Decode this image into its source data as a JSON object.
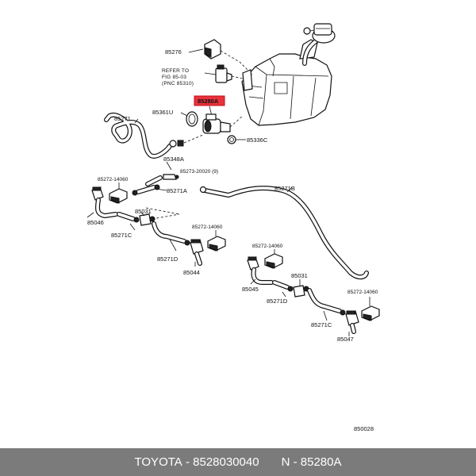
{
  "labels": {
    "p85276": "85276",
    "ref_line1": "REFER TO",
    "ref_line2": "FIG 85-03",
    "ref_line3": "(PNC 85310)",
    "p85280A": "85280A",
    "p85361U": "85361U",
    "p85271": "85271",
    "p85336C": "85336C",
    "p85348A": "85348A",
    "p85273": "85273-20020 (9)",
    "p85271B": "85271B",
    "p85272_a": "85272-14060",
    "p85271A": "85271A",
    "p85031_a": "85031",
    "p85046": "85046",
    "p85271C_a": "85271C",
    "p85272_b": "85272-14060",
    "p85271D_a": "85271D",
    "p85044": "85044",
    "p85272_c": "85272-14060",
    "p85031_b": "85031",
    "p85045": "85045",
    "p85271D_b": "85271D",
    "p85272_d": "85272-14060",
    "p85271C_b": "85271C",
    "p85047": "85047",
    "fig_no": "850028"
  },
  "highlight_color": "#e8323c",
  "footer": {
    "brand": "TOYOTA",
    "part_number": "8528030040",
    "n_label": "N",
    "n_value": "85280A",
    "sep": " - "
  }
}
